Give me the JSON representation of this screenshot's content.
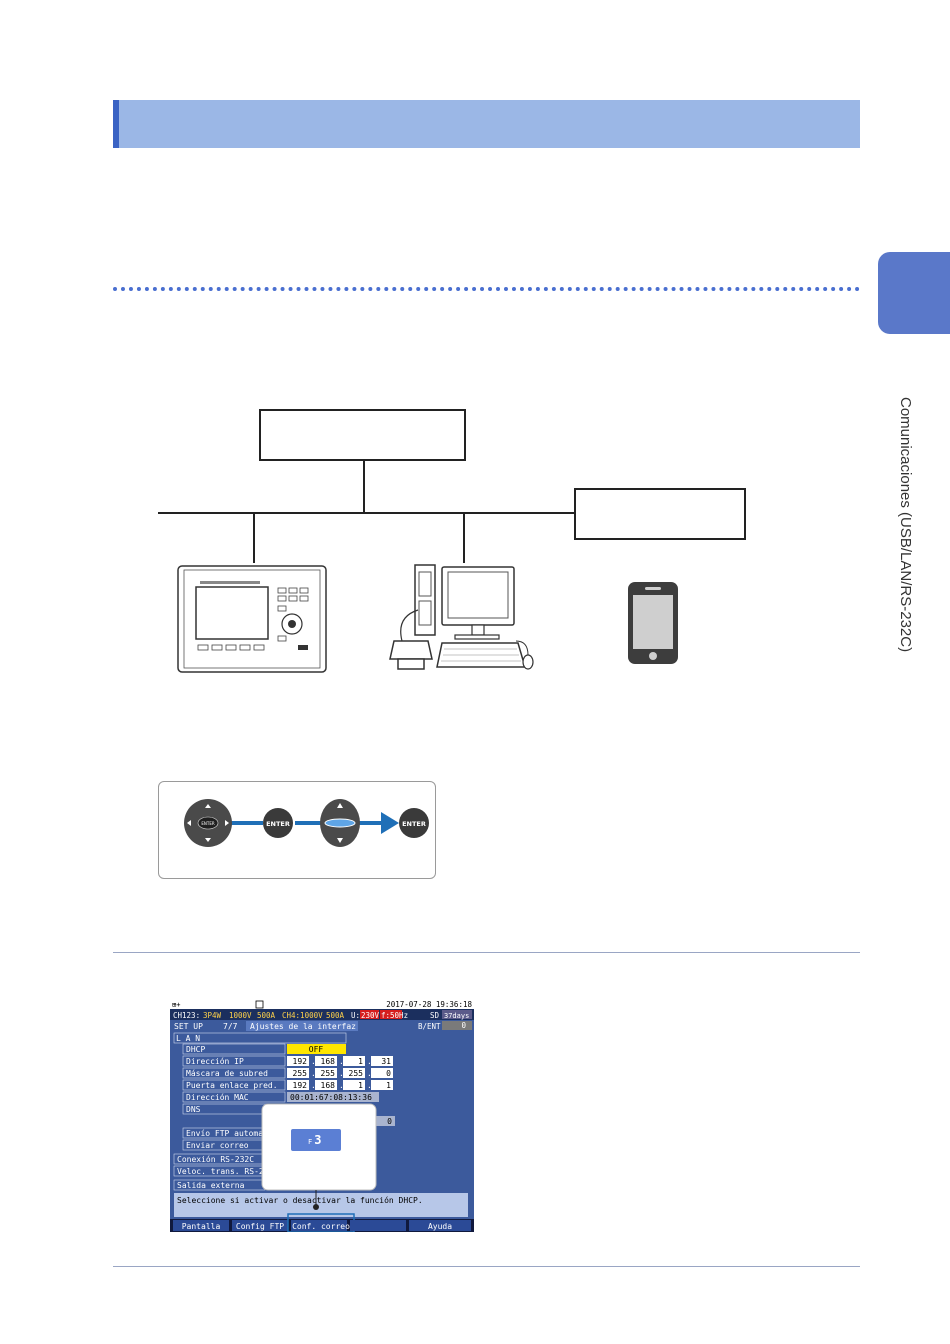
{
  "side_tab": {
    "label": "Comunicaciones (USB/LAN/RS-232C)"
  },
  "diagram_icons": [
    "network-box-top",
    "network-box-right",
    "instrument-icon",
    "desktop-computer-icon",
    "printer-icon",
    "smartphone-icon"
  ],
  "key_sequence": {
    "keys": [
      "ENTER",
      "ENTER"
    ],
    "arrow_color": "#1f6fb7"
  },
  "lcd": {
    "top_date": "2017-07-28 19:36:18",
    "line2": {
      "ch123": "CH123:",
      "wiring": "3P4W",
      "volt": "1000V",
      "amp": "500A",
      "ch4": "CH4:1000V",
      "amp4": "500A",
      "u": "U:",
      "u_val": "230V",
      "f": "f:50Hz",
      "sd": "SD",
      "days": "37days"
    },
    "line3": {
      "setup": "SET UP",
      "page": "7/7",
      "title": "Ajustes de la interfaz",
      "bent": "B/ENT",
      "bent_val": "0"
    },
    "lan_title": "L A N",
    "rows": [
      {
        "label": "DHCP",
        "value": "OFF"
      },
      {
        "label": "Dirección IP",
        "ip": [
          "192",
          "168",
          "1",
          "31"
        ]
      },
      {
        "label": "Máscara de subred",
        "ip": [
          "255",
          "255",
          "255",
          "0"
        ]
      },
      {
        "label": "Puerta enlace pred.",
        "ip": [
          "192",
          "168",
          "1",
          "1"
        ]
      },
      {
        "label": "Dirección MAC",
        "value": "00:01:67:08:13:36"
      },
      {
        "label": "DNS"
      }
    ],
    "extra_value": "0",
    "menu_items": [
      "Envío FTP automa",
      "Enviar correo",
      "Conexión RS-232C",
      "Veloc. trans. RS-2",
      "Salida externa"
    ],
    "message": "Seleccione si activar o desactivar la función DHCP.",
    "fkeys": [
      "Pantalla",
      "Config FTP",
      "Conf. correo",
      "",
      "Ayuda"
    ],
    "callout_key": "F3"
  }
}
